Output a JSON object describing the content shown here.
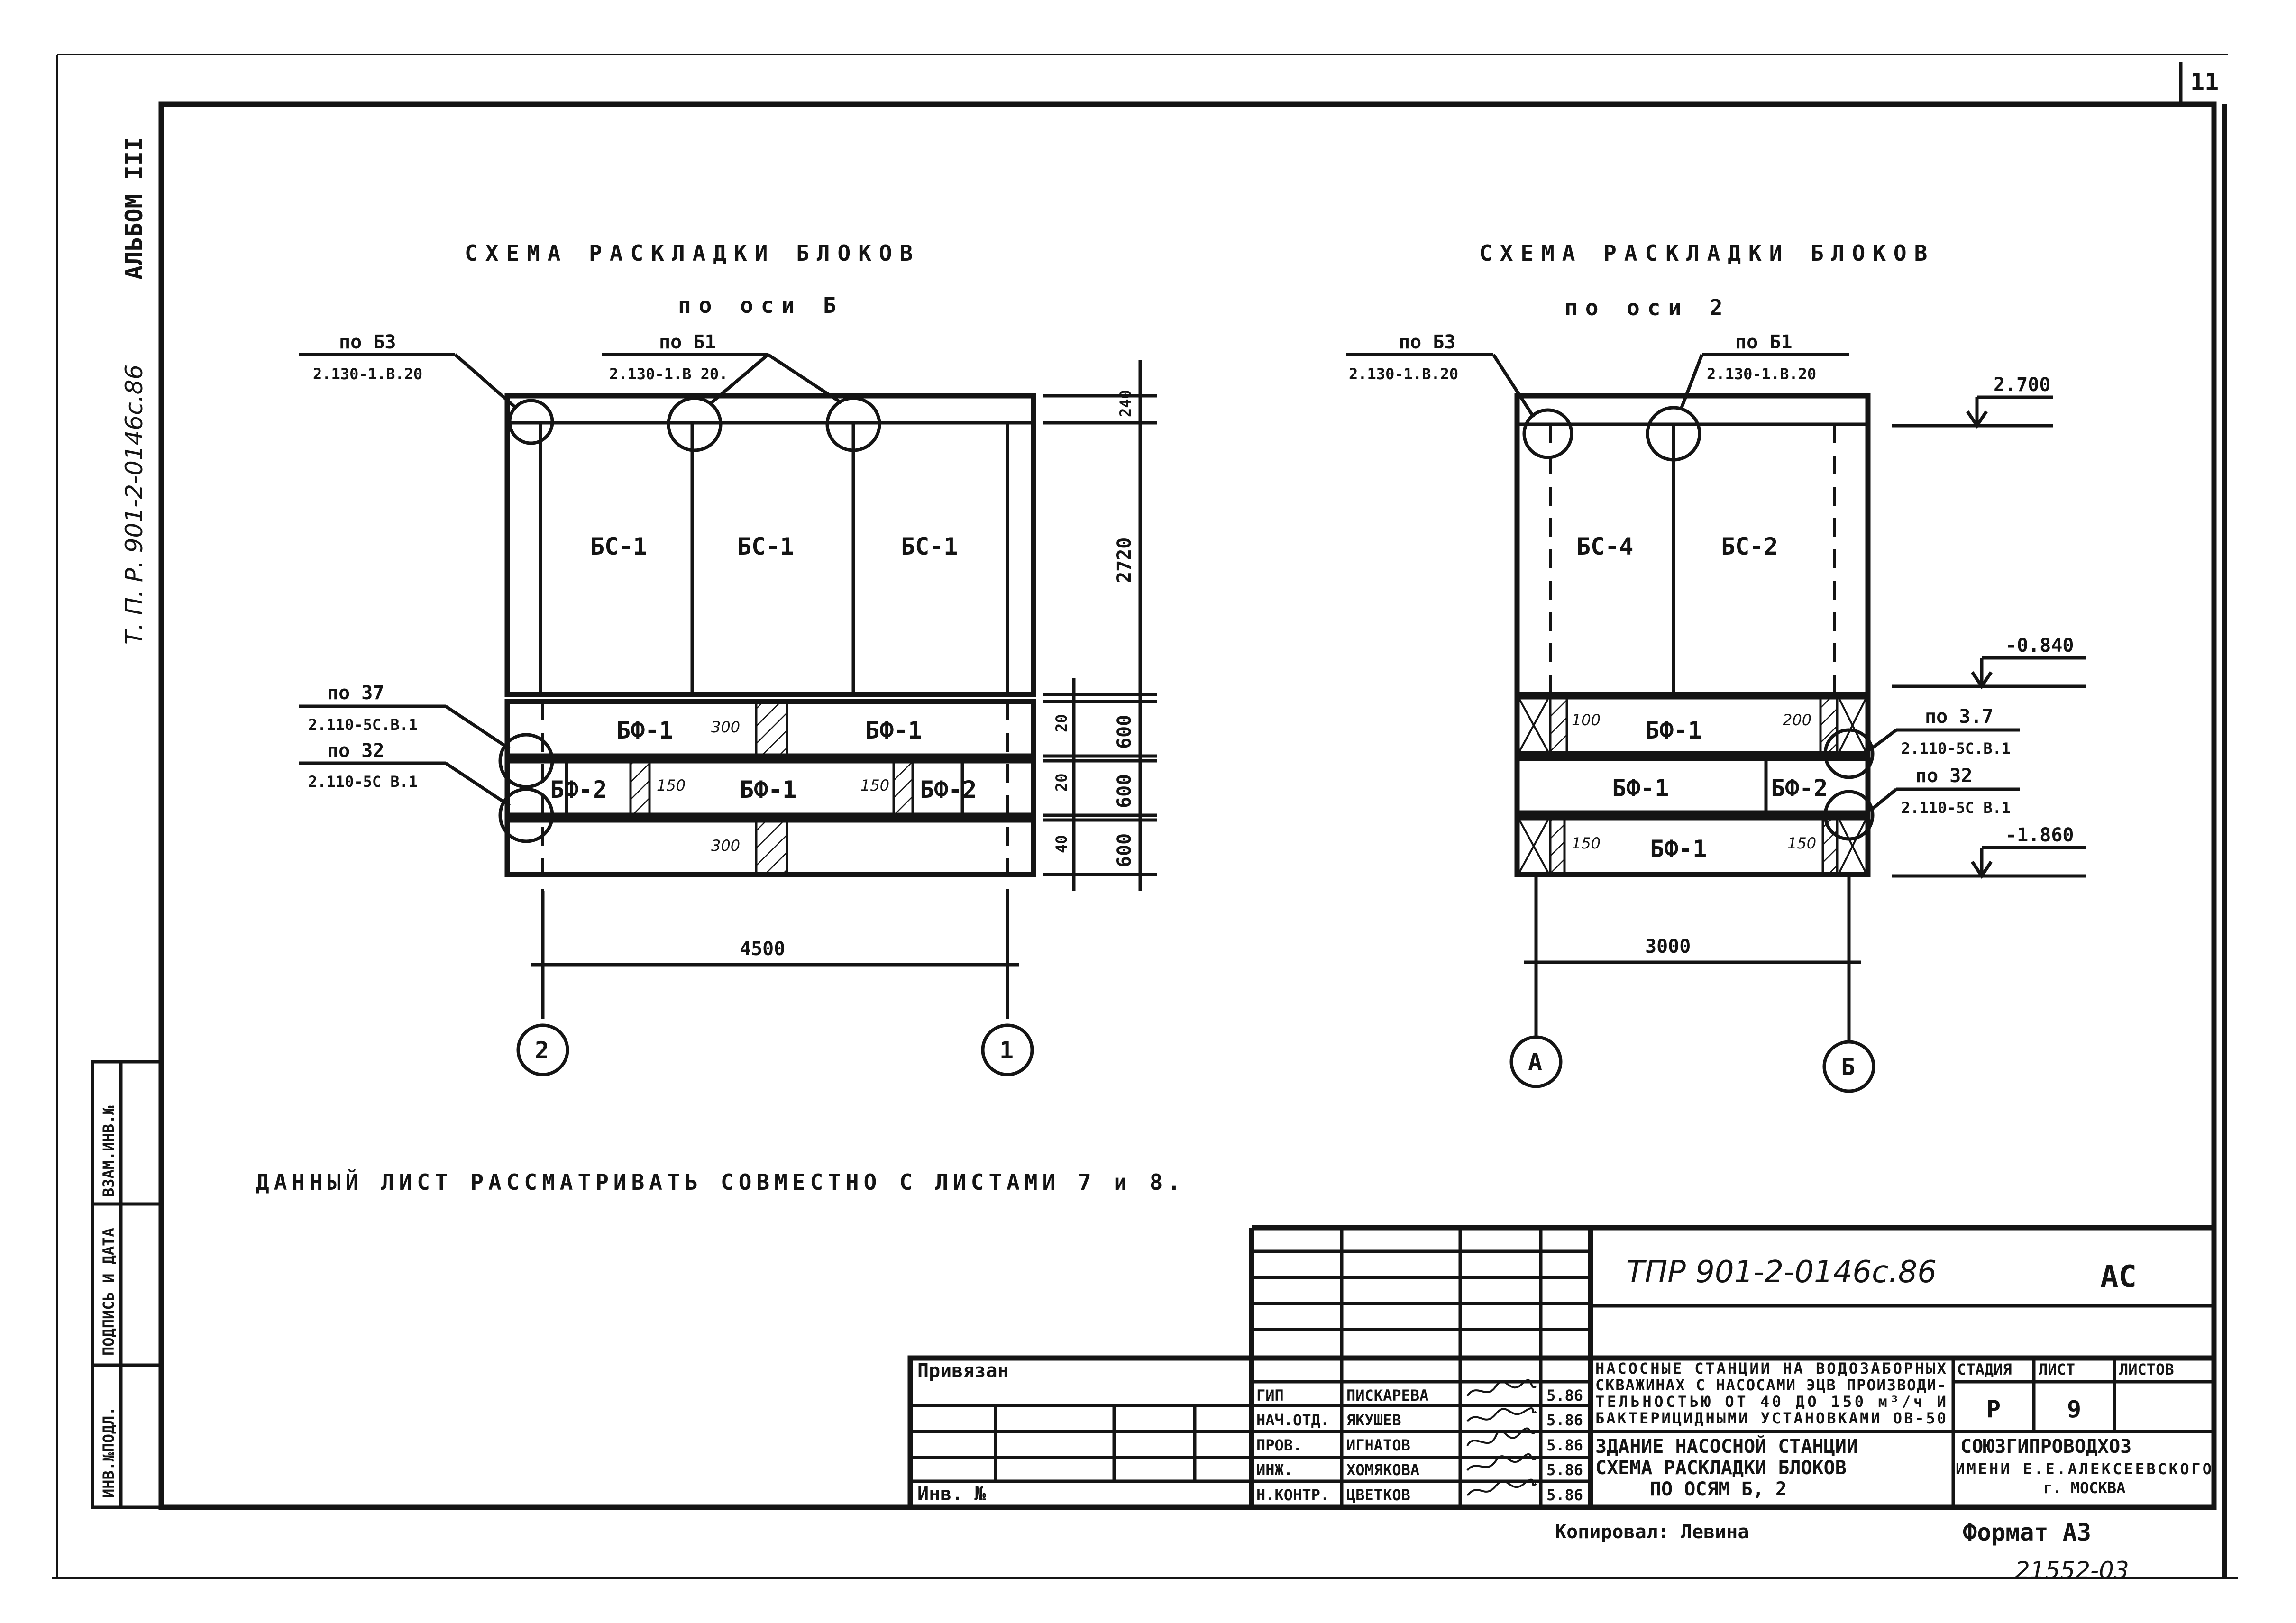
{
  "sheet": {
    "sheet_number_corner": "11",
    "side_album": "АЛЬБОМ III",
    "side_project": "Т. П. Р. 901-2-0146с.86",
    "side_stamp": [
      "ИНВ.№ПОДЛ.",
      "ПОДПИСЬ И ДАТА",
      "ВЗАМ.ИНВ.№"
    ],
    "note": "ДАННЫЙ ЛИСТ РАССМАТРИВАТЬ СОВМЕСТНО С ЛИСТАМИ 7 и 8.",
    "copied": "Копировал: Левина",
    "format": "Формат А3",
    "archive": "21552-03"
  },
  "left_view": {
    "title": "СХЕМА РАСКЛАДКИ БЛОКОВ",
    "subtitle": "по оси Б",
    "callouts": [
      {
        "top": "по Б3",
        "bottom": "2.130-1.В.20"
      },
      {
        "top": "по Б1",
        "bottom": "2.130-1.В 20."
      },
      {
        "top": "по 37",
        "bottom": "2.110-5С.В.1"
      },
      {
        "top": "по 32",
        "bottom": "2.110-5С В.1"
      }
    ],
    "blocks_top": [
      "БС-1",
      "БС-1",
      "БС-1"
    ],
    "row1": [
      "БФ-1",
      "300",
      "БФ-1"
    ],
    "row2": [
      "БФ-2",
      "150",
      "БФ-1",
      "150",
      "БФ-2"
    ],
    "row3": [
      "300"
    ],
    "dims_right": [
      "240",
      "2720",
      "20",
      "600",
      "20",
      "600",
      "40",
      "600"
    ],
    "dim_bottom": "4500",
    "axes": [
      "2",
      "1"
    ]
  },
  "right_view": {
    "title": "СХЕМА РАСКЛАДКИ БЛОКОВ",
    "subtitle": "по оси 2",
    "callouts": [
      {
        "top": "по Б3",
        "bottom": "2.130-1.В.20"
      },
      {
        "top": "по Б1",
        "bottom": "2.130-1.В.20"
      },
      {
        "top": "по 3.7",
        "bottom": "2.110-5С.В.1"
      },
      {
        "top": "по 32",
        "bottom": "2.110-5С В.1"
      }
    ],
    "blocks_top": [
      "БС-4",
      "БС-2"
    ],
    "row1": [
      "100",
      "БФ-1",
      "200"
    ],
    "row2": [
      "БФ-1",
      "БФ-2"
    ],
    "row3": [
      "150",
      "БФ-1",
      "150"
    ],
    "levels": [
      "2.700",
      "-0.840",
      "-1.860"
    ],
    "dim_bottom": "3000",
    "axes": [
      "А",
      "Б"
    ]
  },
  "title_block": {
    "code": "ТПР 901-2-0146с.86",
    "section": "АС",
    "bound": "Привязан",
    "inv": "Инв. №",
    "desc": [
      "НАСОСНЫЕ СТАНЦИИ НА ВОДОЗАБОРНЫХ",
      "СКВАЖИНАХ С НАСОСАМИ ЭЦВ ПРОИЗВОДИ-",
      "ТЕЛЬНОСТЬЮ ОТ 40 ДО 150 м³/ч И",
      "БАКТЕРИЦИДНЫМИ УСТАНОВКАМИ ОВ-50"
    ],
    "sheet_title": [
      "ЗДАНИЕ НАСОСНОЙ СТАНЦИИ",
      "СХЕМА РАСКЛАДКИ БЛОКОВ",
      "ПО ОСЯМ  Б, 2"
    ],
    "hdr": [
      "СТАДИЯ",
      "ЛИСТ",
      "ЛИСТОВ"
    ],
    "stage": "Р",
    "sheet": "9",
    "org": [
      "СОЮЗГИПРОВОДХОЗ",
      "ИМЕНИ Е.Е.АЛЕКСЕЕВСКОГО",
      "г. МОСКВА"
    ],
    "signers": [
      {
        "role": "ГИП",
        "name": "ПИСКАРЕВА",
        "date": "5.86"
      },
      {
        "role": "НАЧ.ОТД.",
        "name": "ЯКУШЕВ",
        "date": "5.86"
      },
      {
        "role": "ПРОВ.",
        "name": "ИГНАТОВ",
        "date": "5.86"
      },
      {
        "role": "ИНЖ.",
        "name": "ХОМЯКОВА",
        "date": "5.86"
      },
      {
        "role": "Н.КОНТР.",
        "name": "ЦВЕТКОВ",
        "date": "5.86"
      }
    ]
  }
}
